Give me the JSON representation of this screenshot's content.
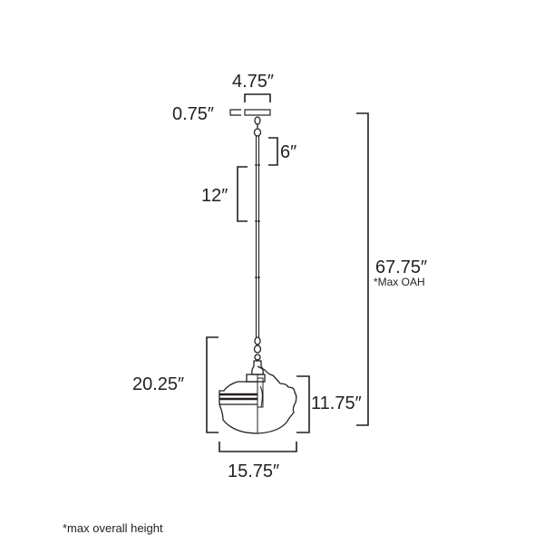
{
  "diagram": {
    "type": "pendant-light-dimension-drawing",
    "dimensions": {
      "canopy_width": "4.75″",
      "canopy_height": "0.75″",
      "chain_segment_short": "6″",
      "chain_segment_long": "12″",
      "max_overall_height": "67.75″",
      "max_overall_height_note": "*Max OAH",
      "fixture_height_with_hardware": "20.25″",
      "shade_height": "11.75″",
      "shade_width": "15.75″"
    },
    "footnote": "*max overall height",
    "colors": {
      "line": "#231f20",
      "background": "#ffffff"
    }
  }
}
